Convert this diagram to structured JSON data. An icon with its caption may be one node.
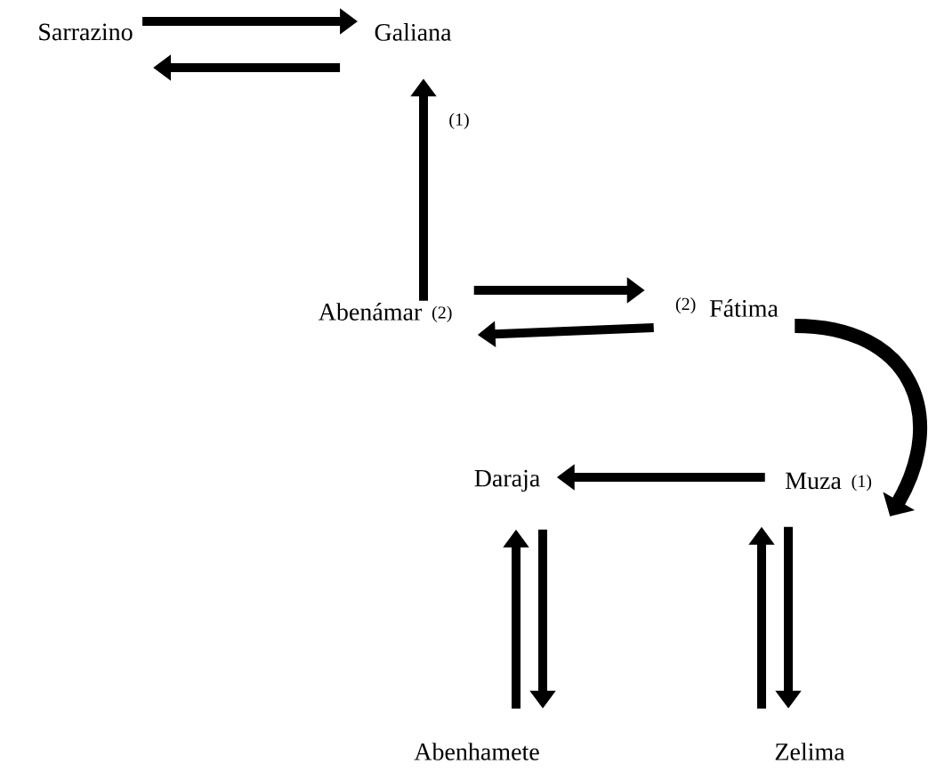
{
  "diagram": {
    "nodes": [
      {
        "text": [
          "Sarrazino"
        ]
      },
      {
        "text": [
          "Galiana"
        ]
      },
      {
        "text": [
          "Abenámar"
        ],
        "beside": [
          "(2)"
        ]
      },
      {
        "text": [
          "Fátima"
        ],
        "beside": [
          "(2)"
        ]
      },
      {
        "text": [
          "Daraja"
        ]
      },
      {
        "text": [
          "Muza"
        ],
        "beside": [
          "(1)"
        ]
      },
      {
        "text": [
          "Abenhamete"
        ]
      },
      {
        "text": [
          "Zelima"
        ]
      }
    ],
    "edges": [
      {
        "from": 0,
        "to": 1,
        "arrow": "to"
      },
      {
        "from": 1,
        "to": 0,
        "arrow": "to"
      },
      {
        "from": 2,
        "to": 1,
        "arrow": "to",
        "label": "(1)"
      },
      {
        "from": 2,
        "to": 3,
        "arrow": "to"
      },
      {
        "from": 3,
        "to": 2,
        "arrow": "to"
      },
      {
        "from": 3,
        "to": 5,
        "arrow": "to"
      },
      {
        "from": 5,
        "to": 4,
        "arrow": "to"
      },
      {
        "from": 6,
        "to": 4,
        "arrow": "to"
      },
      {
        "from": 4,
        "to": 6,
        "arrow": "to"
      },
      {
        "from": 7,
        "to": 5,
        "arrow": "to"
      },
      {
        "from": 5,
        "to": 7,
        "arrow": "to"
      }
    ]
  }
}
